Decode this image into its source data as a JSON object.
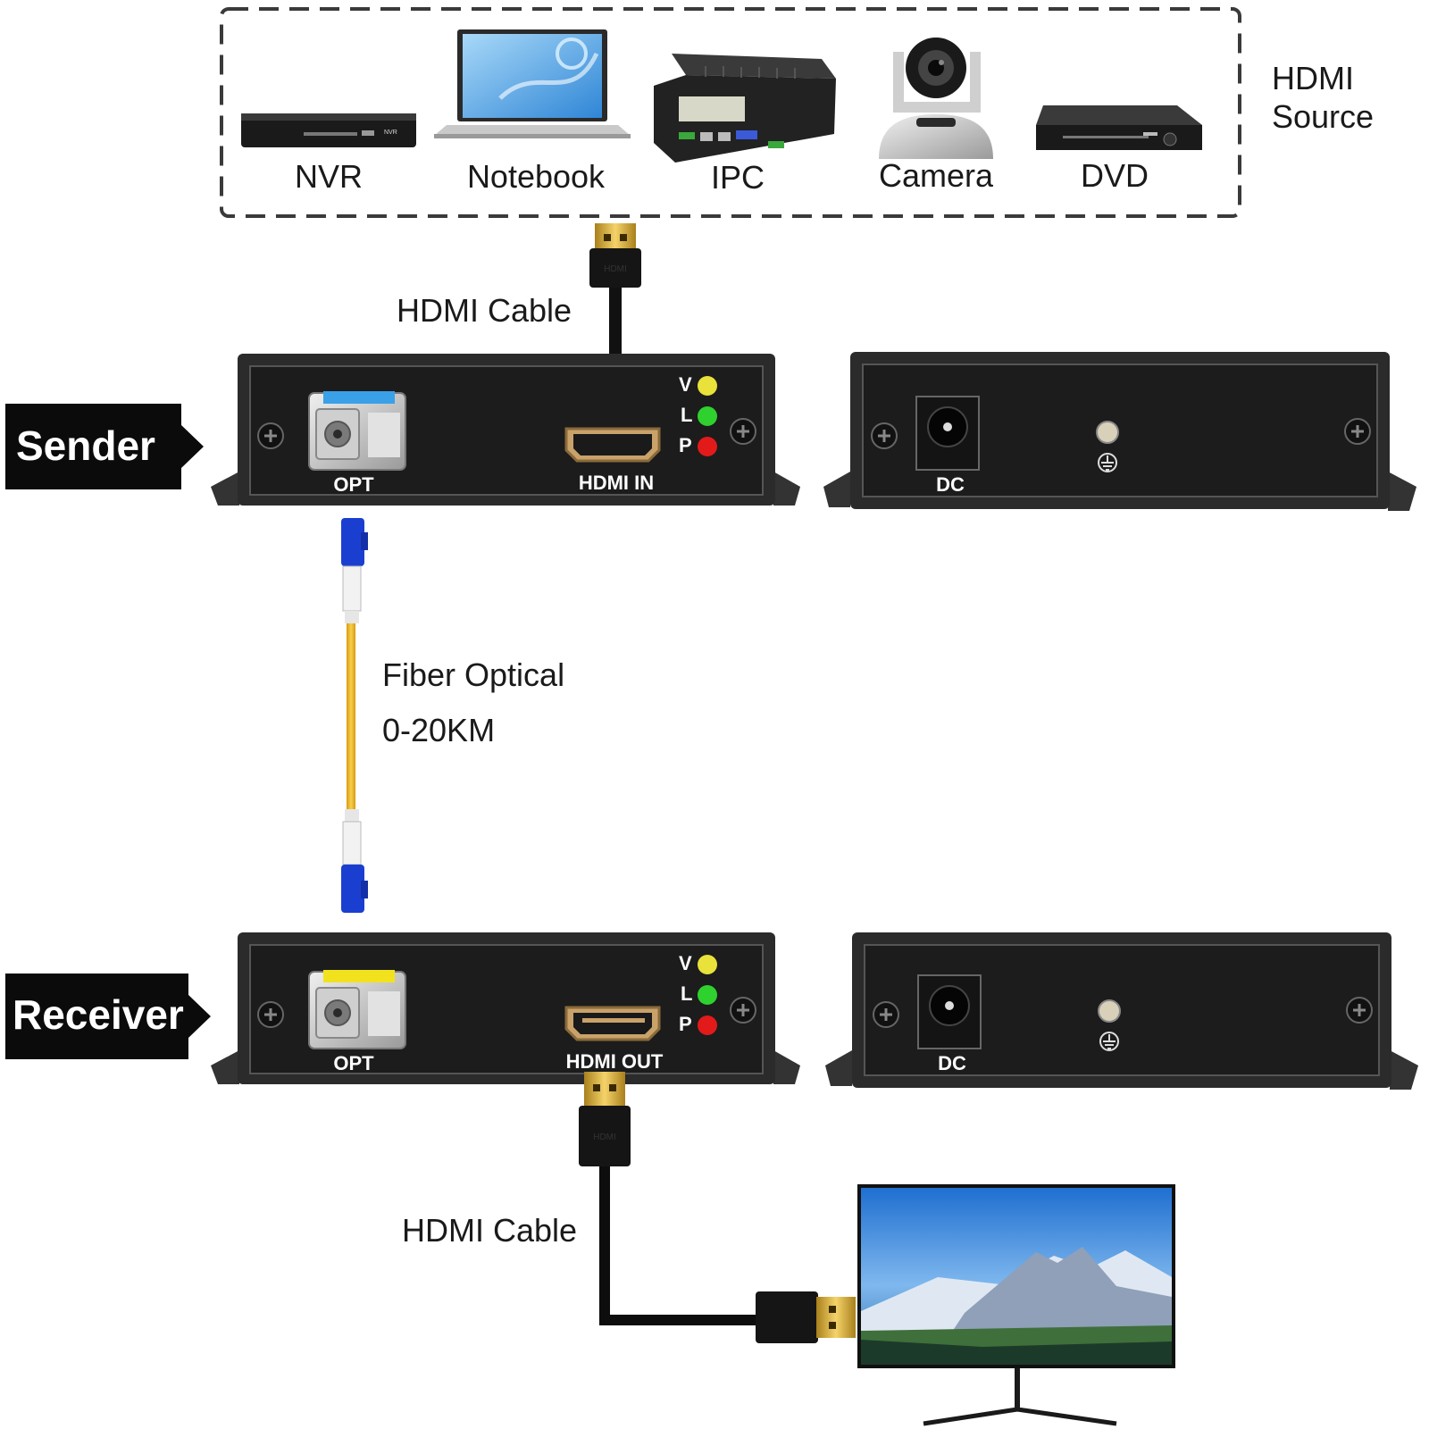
{
  "hdmi_source": {
    "title_line1": "HDMI",
    "title_line2": "Source",
    "devices": [
      {
        "label": "NVR",
        "icon": "nvr-icon",
        "badge": "NVR"
      },
      {
        "label": "Notebook",
        "icon": "notebook-icon"
      },
      {
        "label": "IPC",
        "icon": "ipc-icon"
      },
      {
        "label": "Camera",
        "icon": "camera-icon"
      },
      {
        "label": "DVD",
        "icon": "dvd-icon"
      }
    ]
  },
  "cables": {
    "top_hdmi": "HDMI Cable",
    "fiber_line1": "Fiber Optical",
    "fiber_line2": "0-20KM",
    "bottom_hdmi": "HDMI Cable",
    "connector_text": "HDMI"
  },
  "sender": {
    "tag": "Sender",
    "front": {
      "opt_label": "OPT",
      "port_label": "HDMI IN",
      "leds": [
        "V",
        "L",
        "P"
      ]
    },
    "back": {
      "dc_label": "DC",
      "ground_icon": "ground-icon"
    }
  },
  "receiver": {
    "tag": "Receiver",
    "front": {
      "opt_label": "OPT",
      "port_label": "HDMI OUT",
      "leds": [
        "V",
        "L",
        "P"
      ]
    },
    "back": {
      "dc_label": "DC",
      "ground_icon": "ground-icon"
    }
  },
  "colors": {
    "led_v": "#e8e23a",
    "led_l": "#2ed12e",
    "led_p": "#e21a1a",
    "tx_module": "#3aa0e8",
    "rx_module": "#f2e21e",
    "fiber": "#f4c020",
    "lc_connector": "#1a3fd0"
  }
}
